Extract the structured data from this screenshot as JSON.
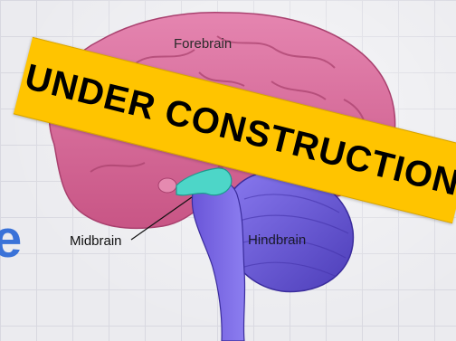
{
  "banner": {
    "text": "UNDER CONSTRUCTION"
  },
  "labels": {
    "forebrain": "Forebrain",
    "midbrain": "Midbrain",
    "hindbrain": "Hindbrain"
  },
  "partial_heading": "e",
  "colors": {
    "banner": "#ffc400",
    "forebrain": "#d96a96",
    "midbrain": "#4dd6c8",
    "hindbrain": "#6b5bd6",
    "heading": "#3a72d8"
  }
}
